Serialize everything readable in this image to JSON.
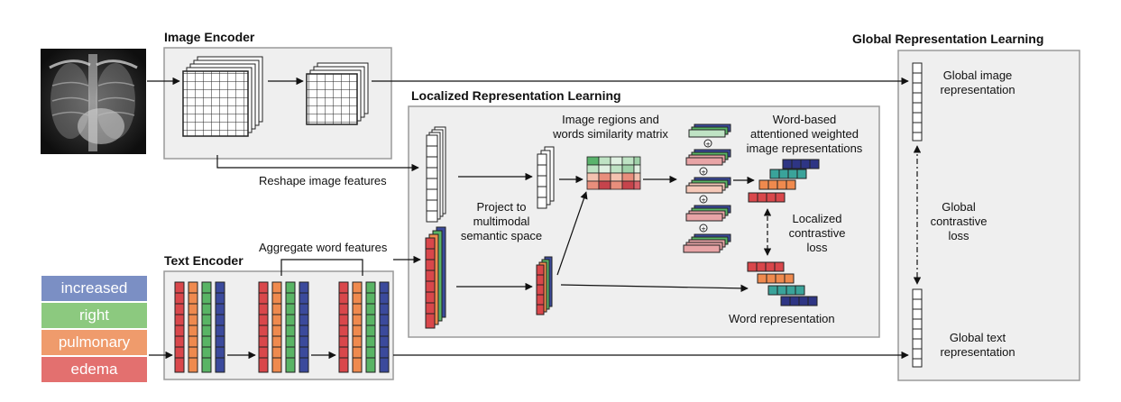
{
  "headings": {
    "image_encoder": "Image Encoder",
    "text_encoder": "Text Encoder",
    "localized": "Localized Representation Learning",
    "global": "Global Representation Learning"
  },
  "labels": {
    "reshape": "Reshape image features",
    "aggregate": "Aggregate word features",
    "project": [
      "Project to",
      "multimodal",
      "semantic space"
    ],
    "similarity": [
      "Image regions and",
      "words similarity matrix"
    ],
    "word_based": [
      "Word-based",
      "attentioned weighted",
      "image representations"
    ],
    "localized_loss": [
      "Localized",
      "contrastive",
      "loss"
    ],
    "word_rep": "Word representation",
    "global_image": [
      "Global image",
      "representation"
    ],
    "global_loss": [
      "Global",
      "contrastive",
      "loss"
    ],
    "global_text": [
      "Global text",
      "representation"
    ]
  },
  "words": [
    {
      "text": "increased",
      "color": "#7b8fc4"
    },
    {
      "text": "right",
      "color": "#8cc97f"
    },
    {
      "text": "pulmonary",
      "color": "#ef9b6c"
    },
    {
      "text": "edema",
      "color": "#e3706f"
    }
  ],
  "colors": {
    "panel_fill": "#efefef",
    "panel_stroke": "#9a9a9a",
    "red": "#d9474b",
    "orange": "#ef8a4e",
    "green": "#59b465",
    "blue": "#3b4a9c",
    "teal": "#3aa39a",
    "navy": "#2e3584",
    "pink": "#e8a4a6",
    "light_green": "#bfe3c4"
  },
  "icons": {
    "xray": "chest-xray-image",
    "plus": "circled-plus-icon"
  }
}
